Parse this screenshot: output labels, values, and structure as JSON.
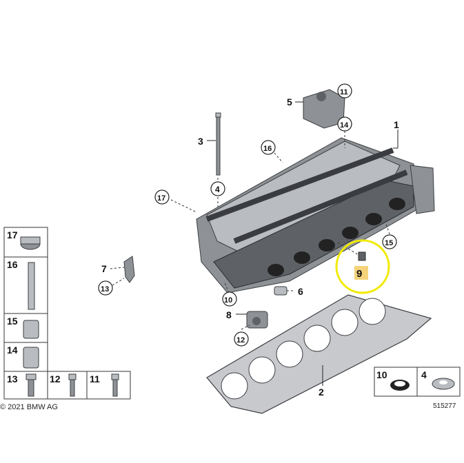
{
  "callouts": {
    "c1": "1",
    "c2": "2",
    "c3": "3",
    "c4": "4",
    "c5": "5",
    "c6": "6",
    "c7": "7",
    "c8": "8",
    "c9": "9",
    "c10": "10",
    "c11": "11",
    "c12": "12",
    "c13": "13",
    "c14": "14",
    "c15": "15",
    "c16": "16",
    "c17": "17"
  },
  "legend": {
    "left_column": [
      "17",
      "16",
      "15",
      "14",
      "13",
      "12",
      "11"
    ],
    "right_box": [
      "10",
      "4"
    ]
  },
  "copyright": "© 2021 BMW AG",
  "diagram_number": "515277",
  "highlight_color": "#f2ea00",
  "highlight_fill": "#f5d37a"
}
